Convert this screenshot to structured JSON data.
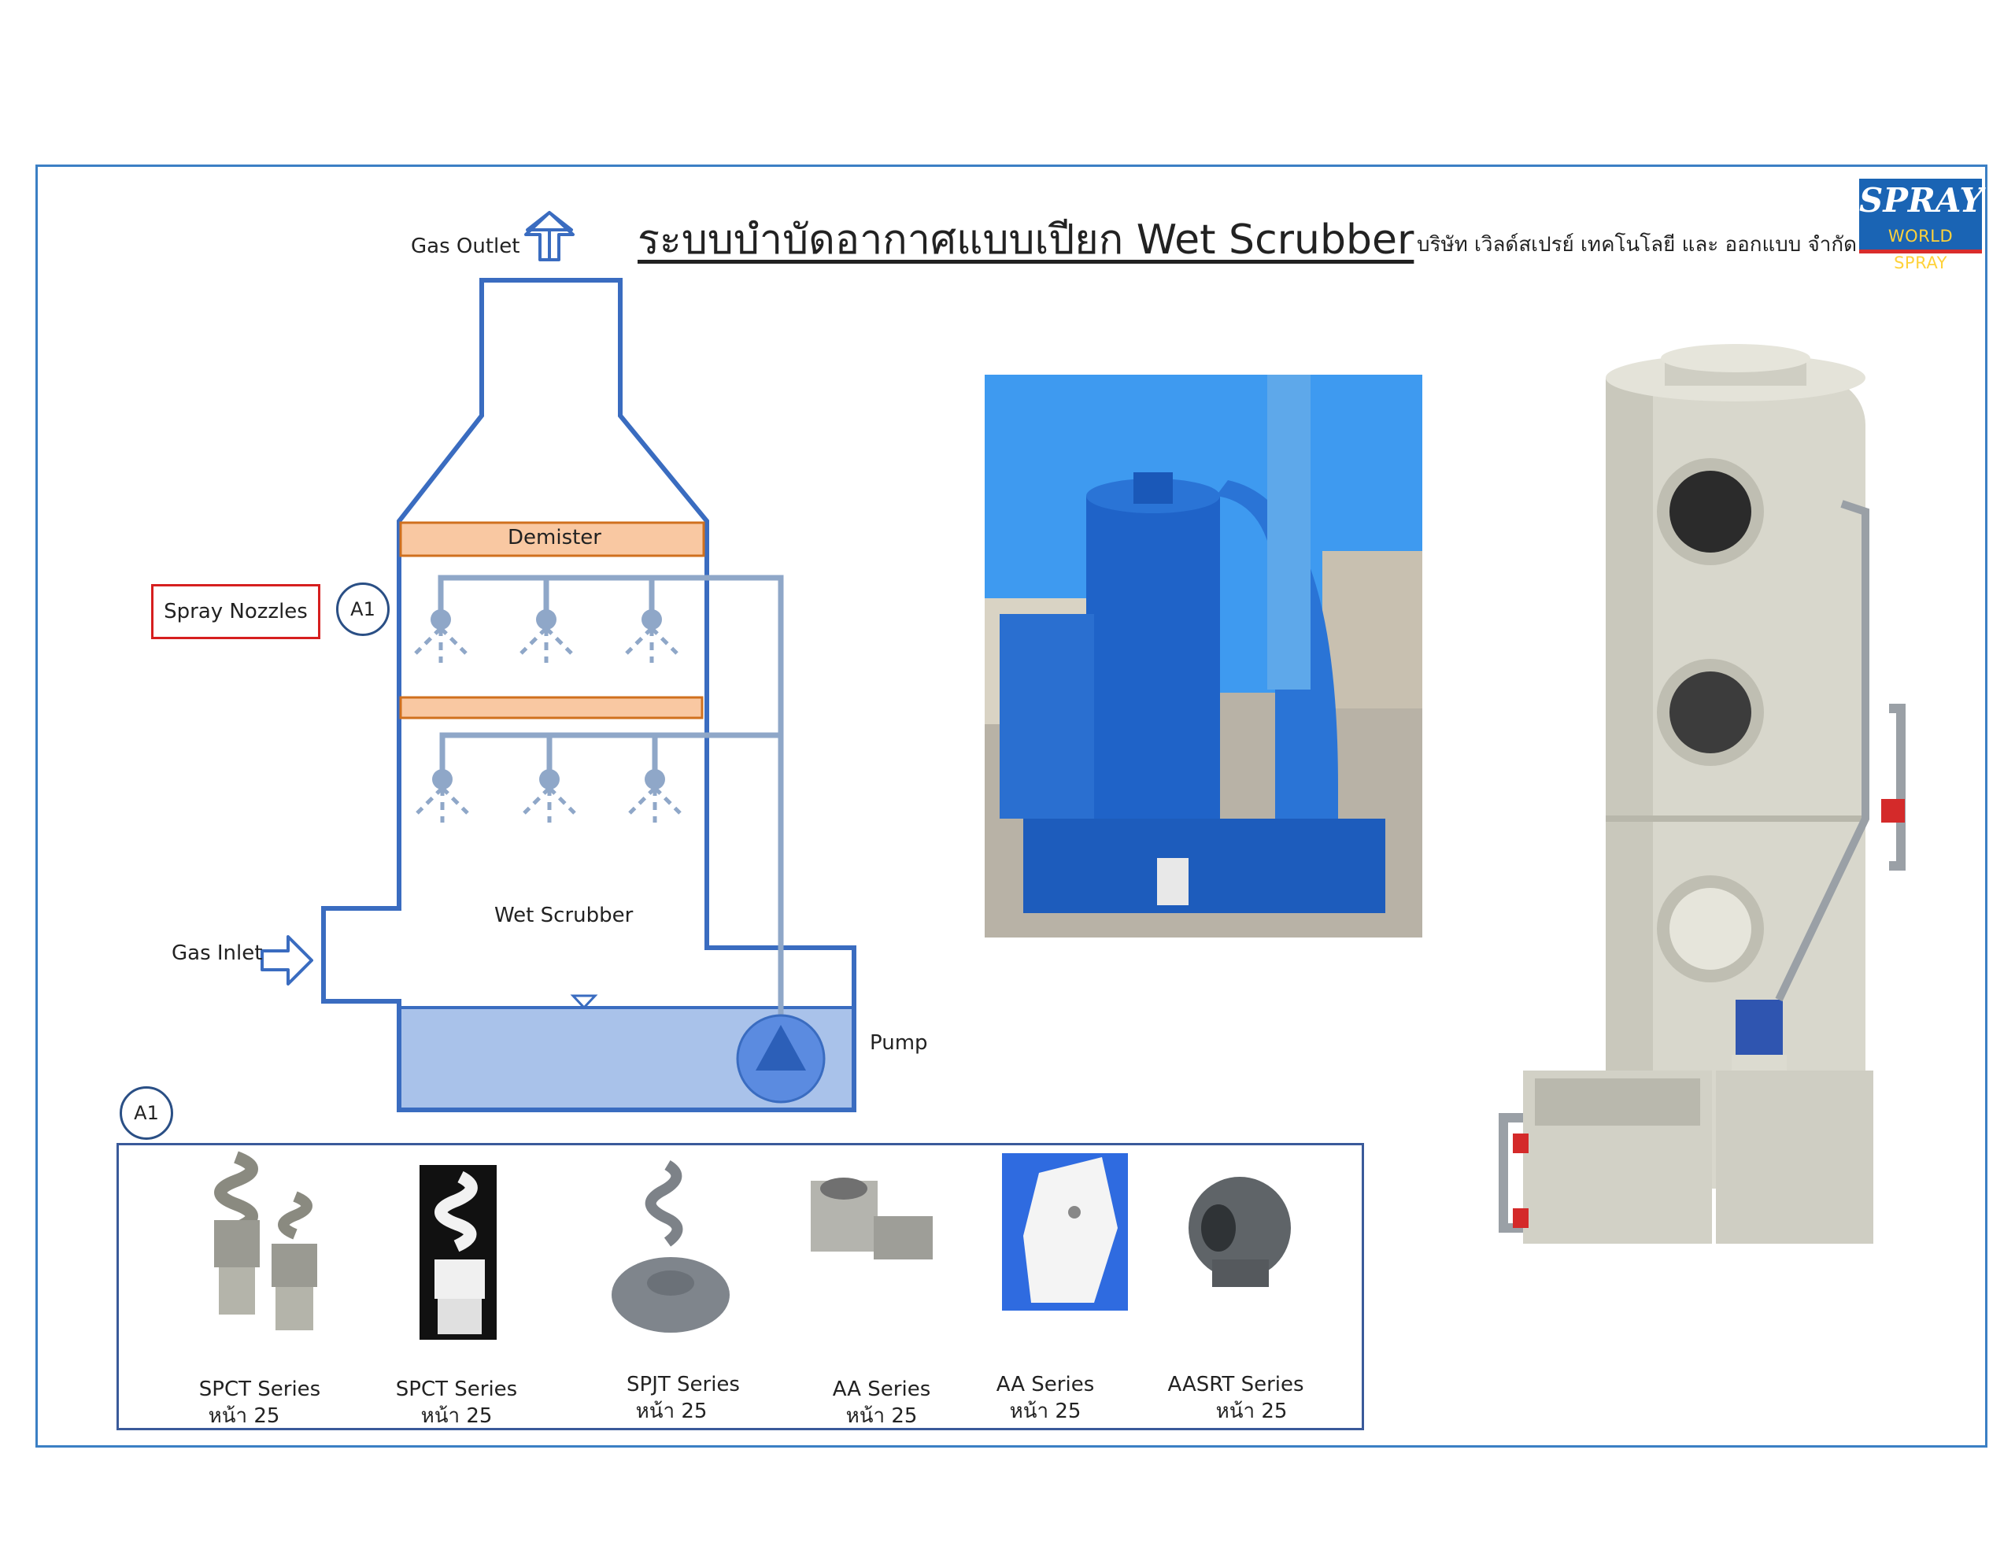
{
  "header": {
    "title": "ระบบบำบัดอากาศแบบเปียก Wet Scrubber",
    "company": "บริษัท เวิลด์สเปรย์ เทคโนโลยี และ ออกแบบ จำกัด",
    "logo_top": "SPRAY",
    "logo_bottom": "WORLD SPRAY"
  },
  "diagram": {
    "gas_outlet": "Gas Outlet",
    "gas_inlet": "Gas Inlet",
    "demister": "Demister",
    "wet_scrubber": "Wet Scrubber",
    "pump": "Pump",
    "spray_nozzles": "Spray Nozzles",
    "callout": "A1"
  },
  "nozzles": {
    "callout": "A1",
    "items": [
      {
        "series": "SPCT Series",
        "page": "หน้า 25",
        "icon": "spiral-nozzle-pair-icon"
      },
      {
        "series": "SPCT Series",
        "page": "หน้า 25",
        "icon": "spiral-nozzle-white-icon"
      },
      {
        "series": "SPJT Series",
        "page": "หน้า 25",
        "icon": "spiral-flange-nozzle-icon"
      },
      {
        "series": "AA Series",
        "page": "หน้า 25",
        "icon": "elbow-nozzle-steel-icon"
      },
      {
        "series": "AA Series",
        "page": "หน้า 25",
        "icon": "elbow-nozzle-white-icon"
      },
      {
        "series": "AASRT Series",
        "page": "หน้า 25",
        "icon": "ball-nozzle-icon"
      }
    ]
  },
  "colors": {
    "frame": "#3b7fc4",
    "scrubber_outline": "#3a6cc0",
    "demister_fill": "#f9c8a2",
    "pipe": "#8fa7c8",
    "water": "#a9c2ea"
  }
}
